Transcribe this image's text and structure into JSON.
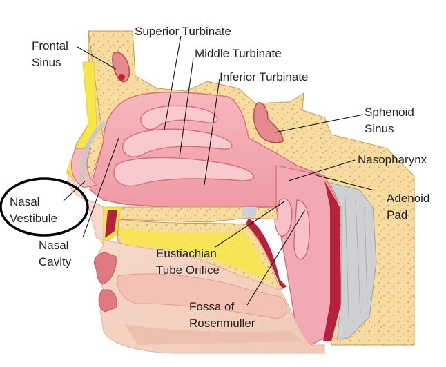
{
  "labels": {
    "frontal_sinus": [
      "Frontal",
      "Sinus"
    ],
    "superior_turbinate": "Superior Turbinate",
    "middle_turbinate": "Middle Turbinate",
    "inferior_turbinate": "Inferior Turbinate",
    "sphenoid_sinus": [
      "Sphenoid",
      "Sinus"
    ],
    "nasopharynx": "Nasopharynx",
    "adenoid_pad": [
      "Adenoid",
      "Pad"
    ],
    "nasal_vestibule": [
      "Nasal",
      "Vestibule"
    ],
    "nasal_cavity": [
      "Nasal",
      "Cavity"
    ],
    "eustachian_tube_orifice": [
      "Eustiachian",
      "Tube Orifice"
    ],
    "fossa_of_rosenmuller": [
      "Fossa of",
      "Rosenmuller"
    ]
  },
  "highlight": {
    "target": "Nasal Vestibule",
    "shape": "ellipse",
    "color": "#000000"
  },
  "colors": {
    "bone": "#f6dca0",
    "bone_spots": "#e8b96a",
    "mucosa": "#f2a8b0",
    "mucosa_light": "#f8c9cd",
    "skin": "#f6d7c6",
    "tissue_dark": "#b8203f",
    "fat": "#f7e64a",
    "adenoid": "#cfd0d4"
  }
}
